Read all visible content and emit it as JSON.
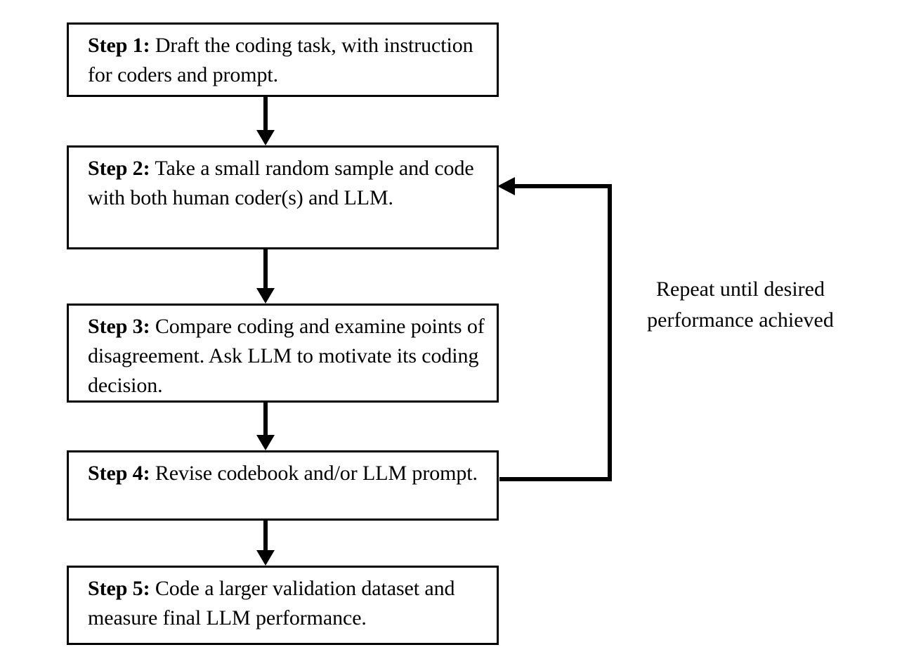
{
  "diagram": {
    "type": "flowchart",
    "orientation": "vertical",
    "steps": [
      {
        "id": "step-1",
        "label": "Step 1:",
        "body": " Draft the coding task, with instruction for coders and prompt."
      },
      {
        "id": "step-2",
        "label": "Step 2:",
        "body": " Take a small random sample and code with both human coder(s) and LLM."
      },
      {
        "id": "step-3",
        "label": "Step 3:",
        "body": " Compare coding and examine points of disagreement. Ask LLM to motivate its coding decision."
      },
      {
        "id": "step-4",
        "label": "Step 4:",
        "body": " Revise codebook and/or LLM prompt."
      },
      {
        "id": "step-5",
        "label": "Step 5:",
        "body": " Code a larger validation dataset and measure final LLM performance."
      }
    ],
    "feedback_loop": {
      "caption": "Repeat until desired\nperformance achieved",
      "from_step": "step-4",
      "to_step": "step-2"
    },
    "colors": {
      "box_border": "#000000",
      "box_fill": "#ffffff",
      "text": "#000000",
      "connector": "#000000",
      "background": "#ffffff"
    }
  }
}
